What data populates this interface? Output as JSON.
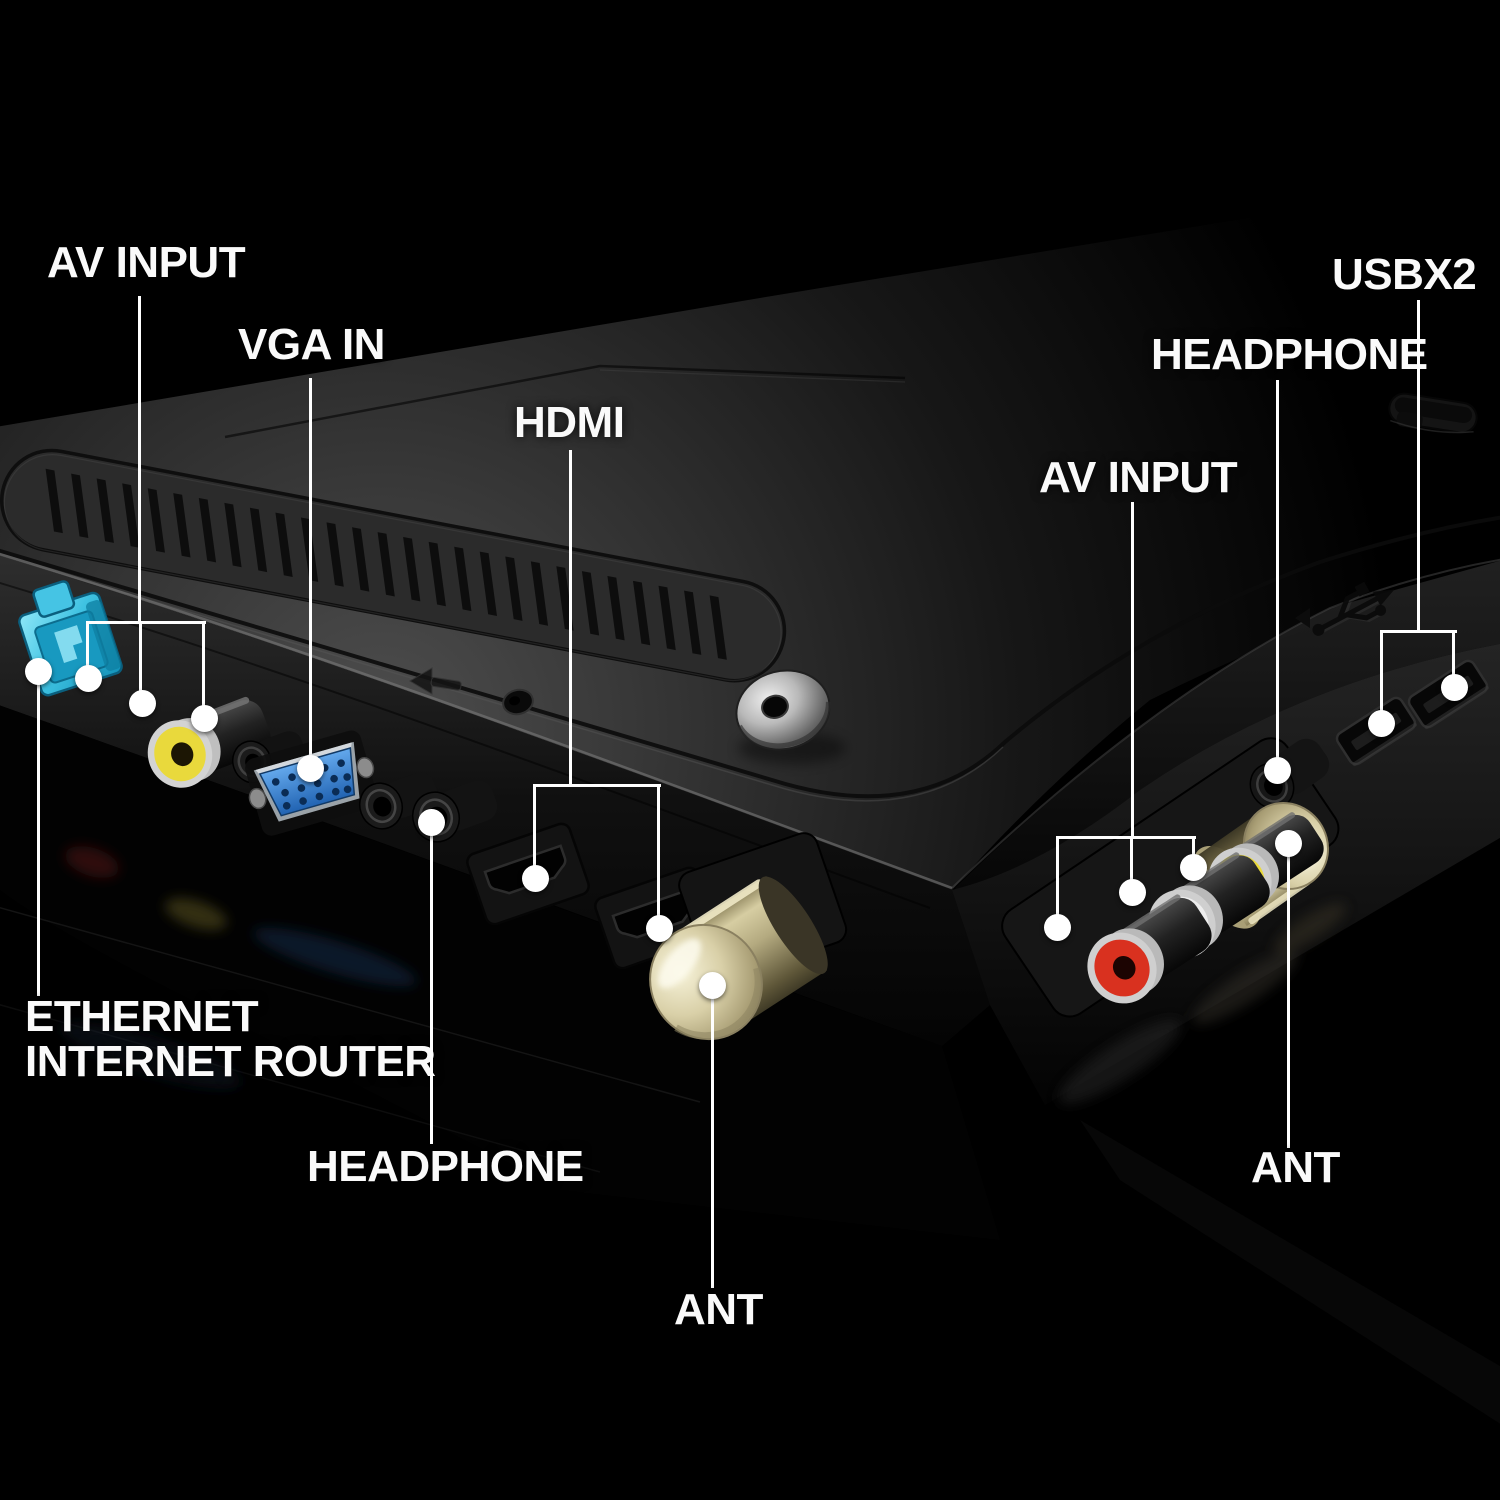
{
  "diagram": {
    "description": "TV rear connection ports diagram",
    "background_color": "#000000",
    "label_color": "#ffffff",
    "line_color": "#ffffff"
  },
  "callouts": {
    "av_input_left": {
      "label": "AV INPUT",
      "ports": [
        "rca-red",
        "rca-white",
        "rca-yellow"
      ]
    },
    "ethernet": {
      "label": "ETHERNET\nINTERNET ROUTER",
      "ports": [
        "ethernet"
      ]
    },
    "vga": {
      "label": "VGA IN",
      "ports": [
        "vga"
      ]
    },
    "hdmi": {
      "label": "HDMI",
      "ports": [
        "hdmi-1",
        "hdmi-2"
      ]
    },
    "headphone_left": {
      "label": "HEADPHONE",
      "ports": [
        "headphone-jack"
      ]
    },
    "ant_bottom": {
      "label": "ANT",
      "ports": [
        "antenna"
      ]
    },
    "headphone_right": {
      "label": "HEADPHONE",
      "ports": [
        "headphone-jack"
      ]
    },
    "usb": {
      "label": "USBX2",
      "ports": [
        "usb-1",
        "usb-2"
      ]
    },
    "av_input_right": {
      "label": "AV INPUT",
      "ports": [
        "rca-red",
        "rca-white",
        "rca-yellow"
      ]
    },
    "ant_right": {
      "label": "ANT",
      "ports": [
        "antenna"
      ]
    }
  },
  "port_colors": {
    "ethernet_cyan": "#3cc3e4",
    "vga_blue": "#3b82d4",
    "rca_red": "#d9311f",
    "rca_white": "#ededed",
    "rca_yellow": "#e9d93c",
    "antenna_gold": "#c9c09b"
  }
}
